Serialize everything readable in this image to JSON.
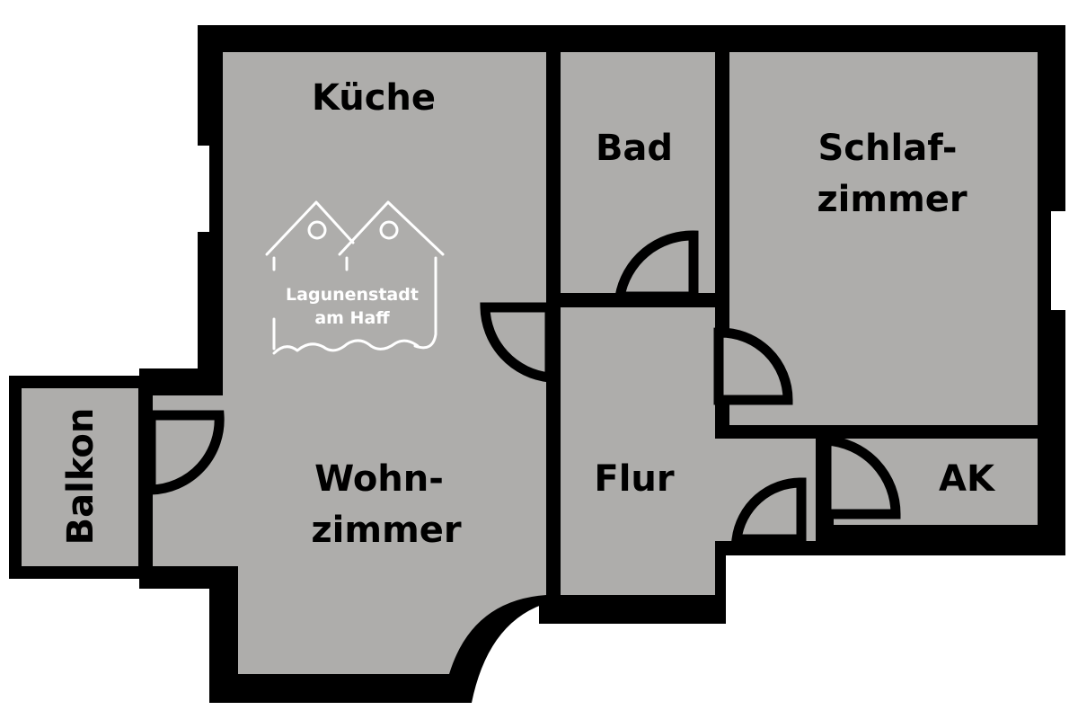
{
  "colors": {
    "wall": "#000000",
    "floor": "#aeadab",
    "background": "#ffffff",
    "logo": "#ffffff"
  },
  "rooms": {
    "kueche": "Küche",
    "bad": "Bad",
    "schlafzimmer": [
      "Schlaf-",
      "zimmer"
    ],
    "wohnzimmer": [
      "Wohn-",
      "zimmer"
    ],
    "flur": "Flur",
    "ak": "AK",
    "balkon": "Balkon"
  },
  "logo": {
    "line1": "Lagunenstadt",
    "line2": "am Haff",
    "icon": "two-houses-waves-icon"
  }
}
